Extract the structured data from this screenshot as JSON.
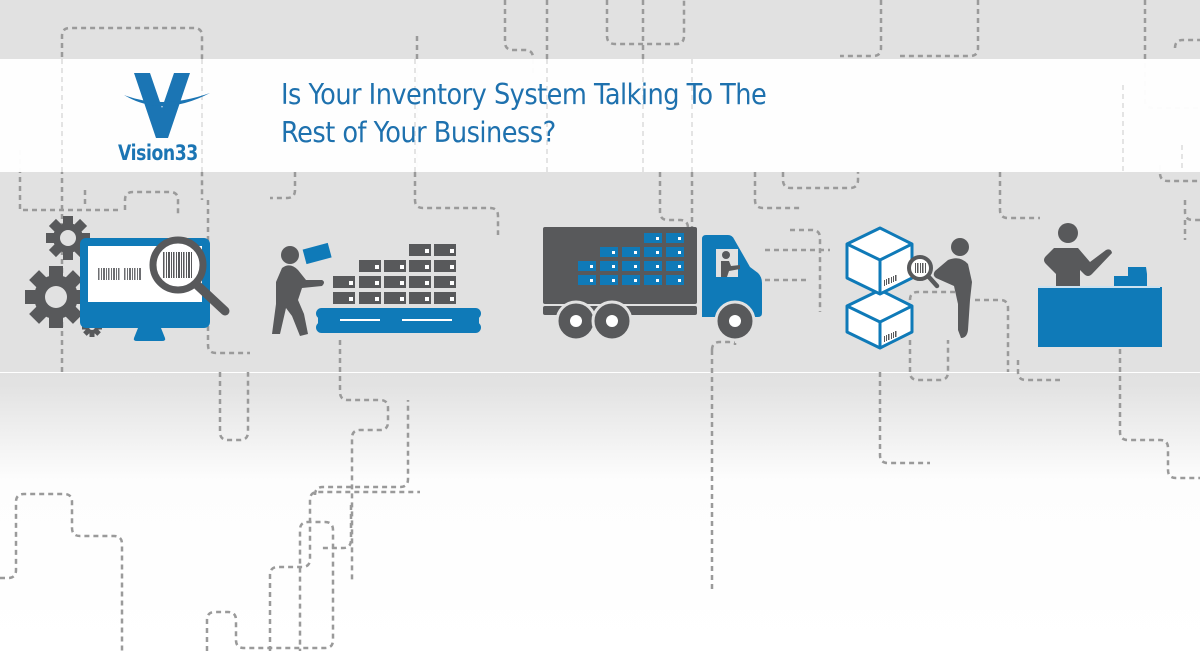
{
  "brand": {
    "name": "Vision33",
    "logo_icon": "v-swoosh-logo"
  },
  "headline": {
    "line1": "Is Your Inventory System Talking To The",
    "line2": "Rest of Your Business?"
  },
  "process_steps": [
    {
      "name": "inventory-scanning",
      "icon": "monitor-barcode-magnifier-gears-icon"
    },
    {
      "name": "warehouse-stacking",
      "icon": "worker-pallet-boxes-icon"
    },
    {
      "name": "shipping",
      "icon": "delivery-truck-icon"
    },
    {
      "name": "receiving-inspection",
      "icon": "person-inspecting-boxes-icon"
    },
    {
      "name": "point-of-sale",
      "icon": "cashier-counter-icon"
    }
  ],
  "colors": {
    "brand_blue": "#0f7ab8",
    "title_blue": "#1e71ae",
    "icon_gray": "#58595b",
    "background_gray": "#e1e1e1",
    "dash_gray": "#9a9a9a"
  }
}
